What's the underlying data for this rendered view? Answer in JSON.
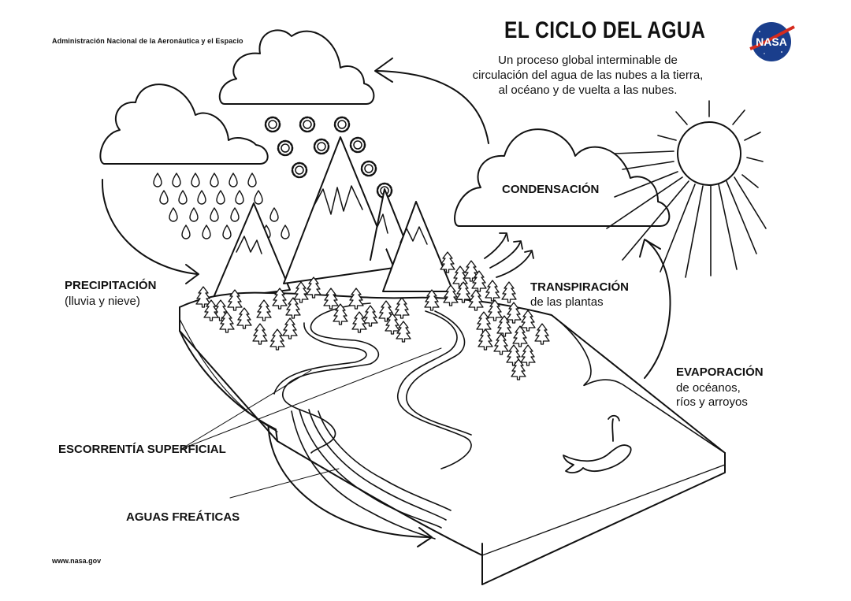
{
  "header": {
    "agency": "Administración Nacional de la Aeronáutica y el Espacio",
    "title": "EL CICLO DEL AGUA",
    "subtitle": "Un proceso global interminable de circulación del agua de las nubes a la tierra, al océano y de vuelta a las nubes.",
    "logo_text": "NASA"
  },
  "labels": {
    "precipitation": {
      "title": "PRECIPITACIÓN",
      "sub": "(lluvia y nieve)"
    },
    "condensation": {
      "title": "CONDENSACIÓN"
    },
    "transpiration": {
      "title": "TRANSPIRACIÓN",
      "sub": "de las plantas"
    },
    "evaporation": {
      "title": "EVAPORACIÓN",
      "sub1": "de océanos,",
      "sub2": "ríos y arroyos"
    },
    "runoff": {
      "title": "ESCORRENTÍA SUPERFICIAL"
    },
    "groundwater": {
      "title": "AGUAS FREÁTICAS"
    }
  },
  "footer": {
    "url": "www.nasa.gov"
  },
  "colors": {
    "ink": "#111111",
    "paper": "#ffffff",
    "nasa_blue": "#1a3e8c",
    "nasa_red": "#d52b1e"
  }
}
